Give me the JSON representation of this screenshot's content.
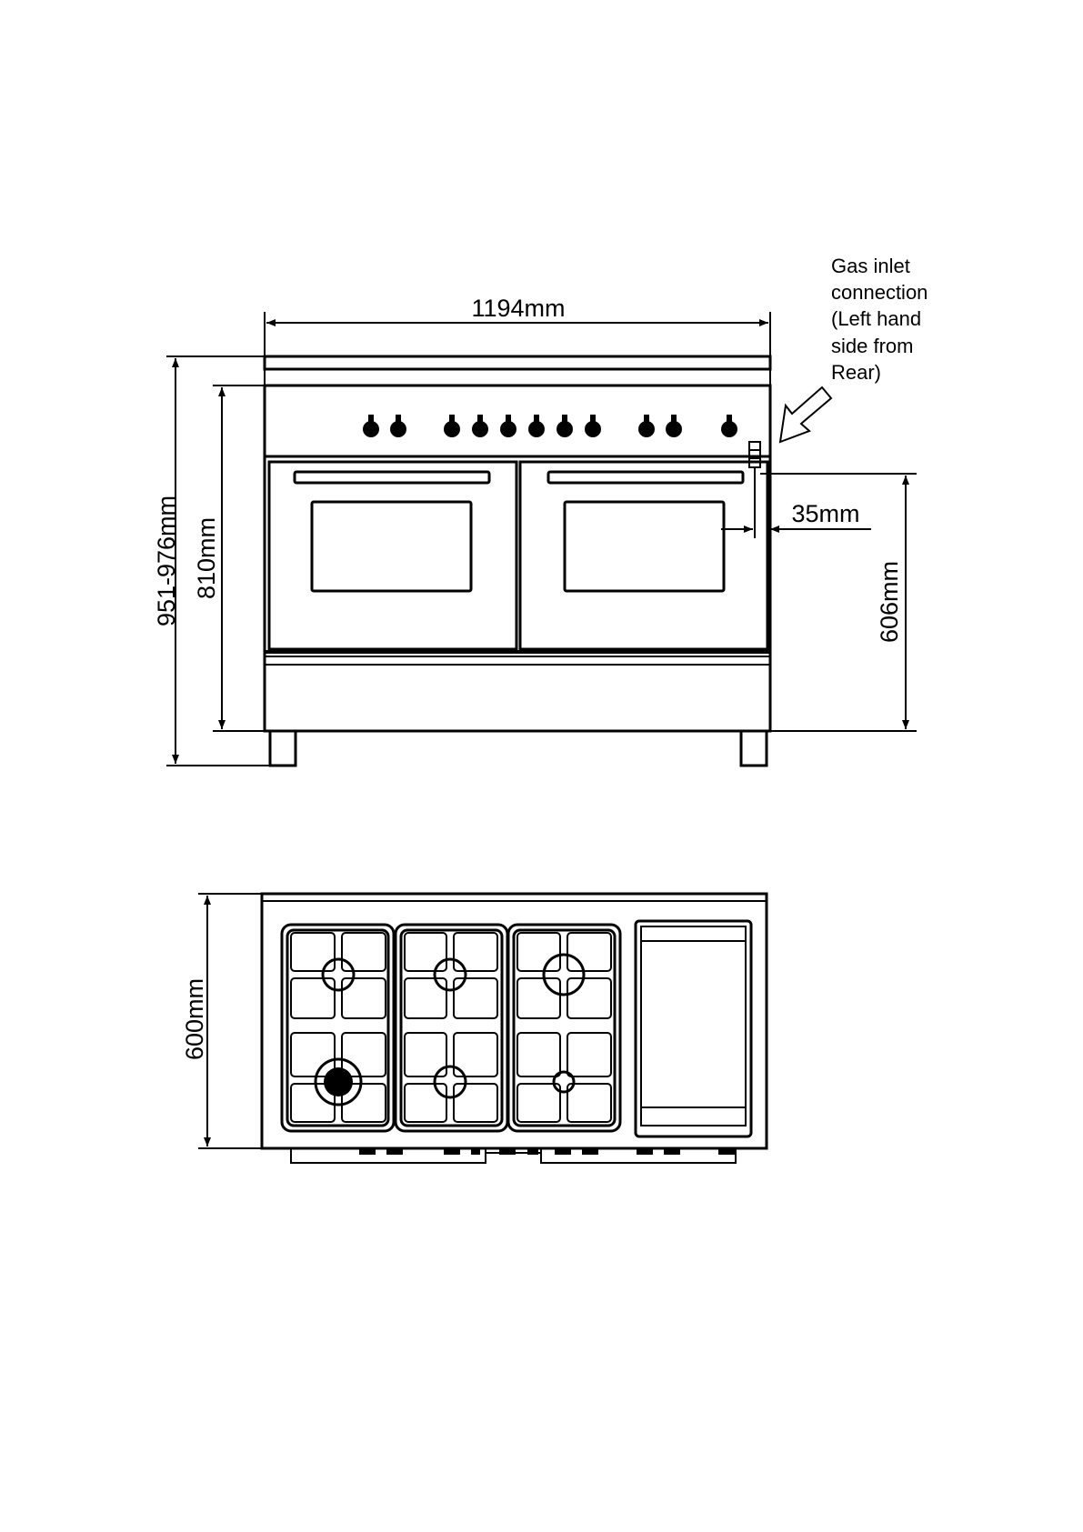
{
  "dimensions": {
    "width": "1194mm",
    "overall_height": "951-976mm",
    "body_height": "810mm",
    "inlet_height": "606mm",
    "inlet_offset": "35mm",
    "depth": "600mm"
  },
  "gas_inlet_note": [
    "Gas inlet",
    "connection",
    "(Left hand",
    "side from",
    "Rear)"
  ]
}
